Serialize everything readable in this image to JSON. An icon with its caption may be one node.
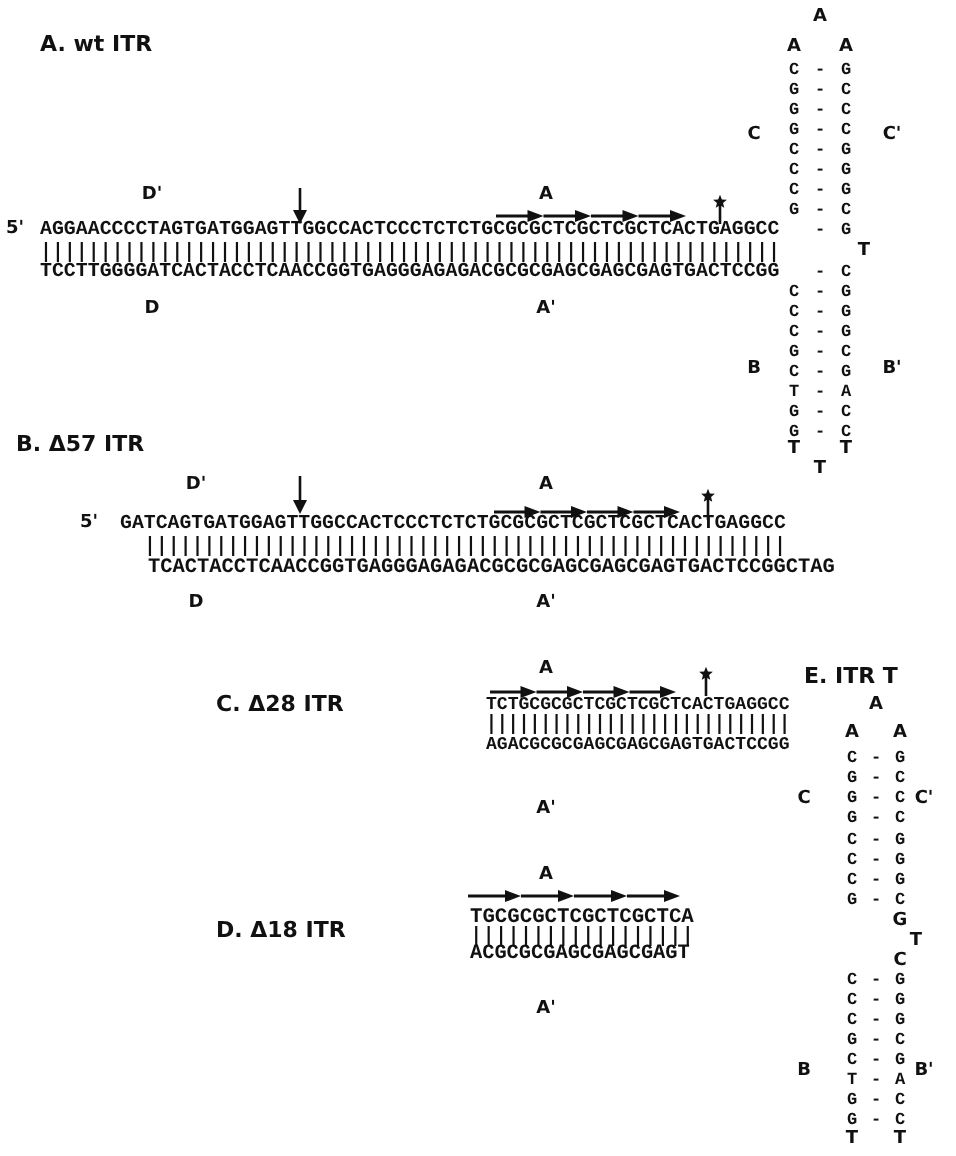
{
  "diagram": {
    "labels": [
      "A. wt ITR",
      "A",
      "A",
      "A",
      "C - G",
      "G - C",
      "G - C",
      "G - C",
      "C - G",
      "C - G",
      "C - G",
      "G - C",
      "C",
      "C'",
      "D'",
      "A",
      "5'",
      "AGGAACCCCTAGTGATGGAGTTGGCCACTCCCTCTCTGCGCGCTCGCTCGCTCACTGAGGCC",
      "- G",
      "T",
      "TCCTTGGGGATCACTACCTCAACCGGTGAGGGAGAGACGCGCGAGCGAGCGAGTGACTCCGG",
      "- C",
      "C - G",
      "C - G",
      "C - G",
      "G - C",
      "C - G",
      "T - A",
      "G - C",
      "G - C",
      "D",
      "A'",
      "B",
      "B'",
      "T",
      "T",
      "T",
      "B. Δ57 ITR",
      "D'",
      "A",
      "5'",
      "GATCAGTGATGGAGTTGGCCACTCCCTCTCTGCGCGCTCGCTCGCTCACTGAGGCC",
      "TCACTACCTCAACCGGTGAGGGAGAGACGCGCGAGCGAGCGAGTGACTCCGGCTAG",
      "D",
      "A'",
      "C. Δ28 ITR",
      "A",
      "TCTGCGCGCTCGCTCGCTCACTGAGGCC",
      "AGACGCGCGAGCGAGCGAGTGACTCCGG",
      "A'",
      "E. ITR T",
      "A",
      "A",
      "A",
      "C - G",
      "G - C",
      "G - C",
      "G - C",
      "C - G",
      "C - G",
      "C - G",
      "G - C",
      "C",
      "C'",
      "G",
      "T",
      "C",
      "C - G",
      "C - G",
      "C - G",
      "G - C",
      "C - G",
      "T - A",
      "G - C",
      "G - C",
      "B",
      "B'",
      "T",
      "T",
      "D. Δ18 ITR",
      "A",
      "TGCGCGCTCGCTCGCTCA",
      "ACGCGCGAGCGAGCGAGT",
      "A'"
    ]
  }
}
